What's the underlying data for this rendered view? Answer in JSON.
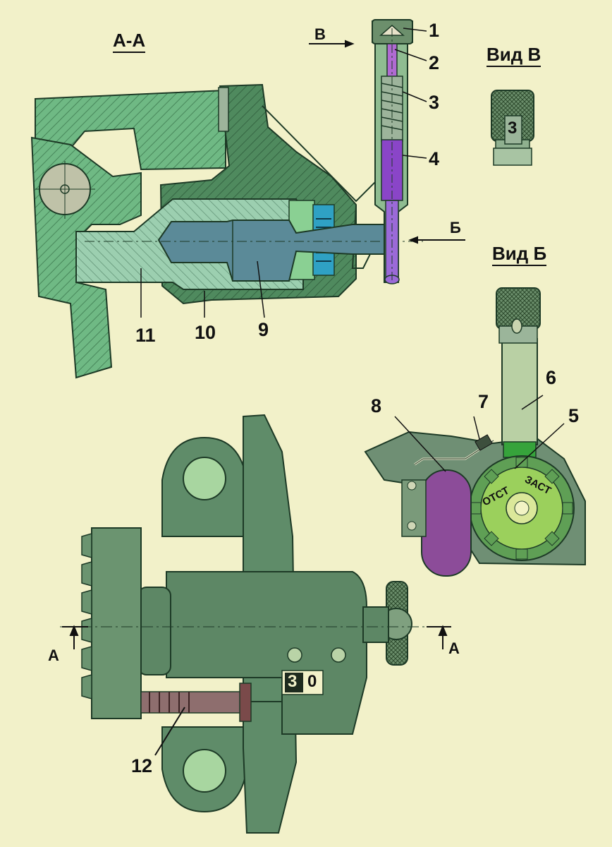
{
  "section_title": "А-А",
  "view_b_title": "Вид В",
  "view_b2_title": "Вид Б",
  "arrow_b_label": "В",
  "arrow_b2_label": "Б",
  "section_mark_left": "А",
  "section_mark_right": "А",
  "dial_label_off": "ОТСТ",
  "dial_label_on": "ЗАСТ",
  "view_v_digit": "3",
  "indicator_digit_1": "3",
  "indicator_digit_2": "0",
  "callouts": [
    "1",
    "2",
    "3",
    "4",
    "5",
    "6",
    "7",
    "8",
    "9",
    "10",
    "11",
    "12"
  ],
  "colors": {
    "background": "#f2f1c9",
    "dark_green": "#4e8a5c",
    "body_green": "#5f8c69",
    "light_green": "#7fc48e",
    "pale_green": "#a9cfa5",
    "blue_part": "#4f8a9a",
    "purple_part": "#8a4fb0",
    "cyan_part": "#3aa7c8"
  }
}
